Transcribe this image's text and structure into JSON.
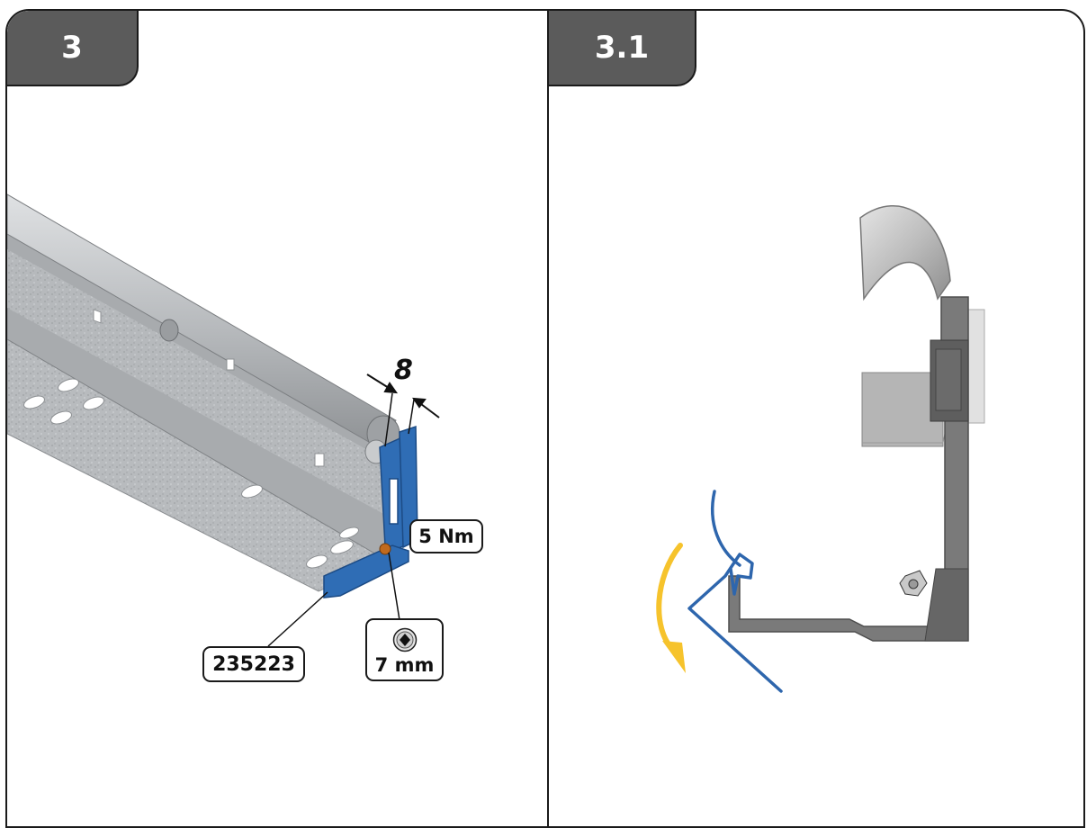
{
  "steps": [
    {
      "number": "3"
    },
    {
      "number": "3.1"
    }
  ],
  "annotations": {
    "dimension": "8",
    "torque": "5 Nm",
    "part_number": "235223",
    "tool_size": "7 mm"
  },
  "icons": {
    "tool": "hex-socket-icon",
    "rotation": "curved-arrow-icon"
  },
  "colors": {
    "tab_background": "#5b5b5b",
    "bracket_blue": "#2f6db5",
    "tray_steel": "#b9bcbf",
    "clip_outline_blue": "#2e66ad",
    "arrow_yellow": "#f6c32c",
    "bracket_grey": "#7a7a7a"
  }
}
